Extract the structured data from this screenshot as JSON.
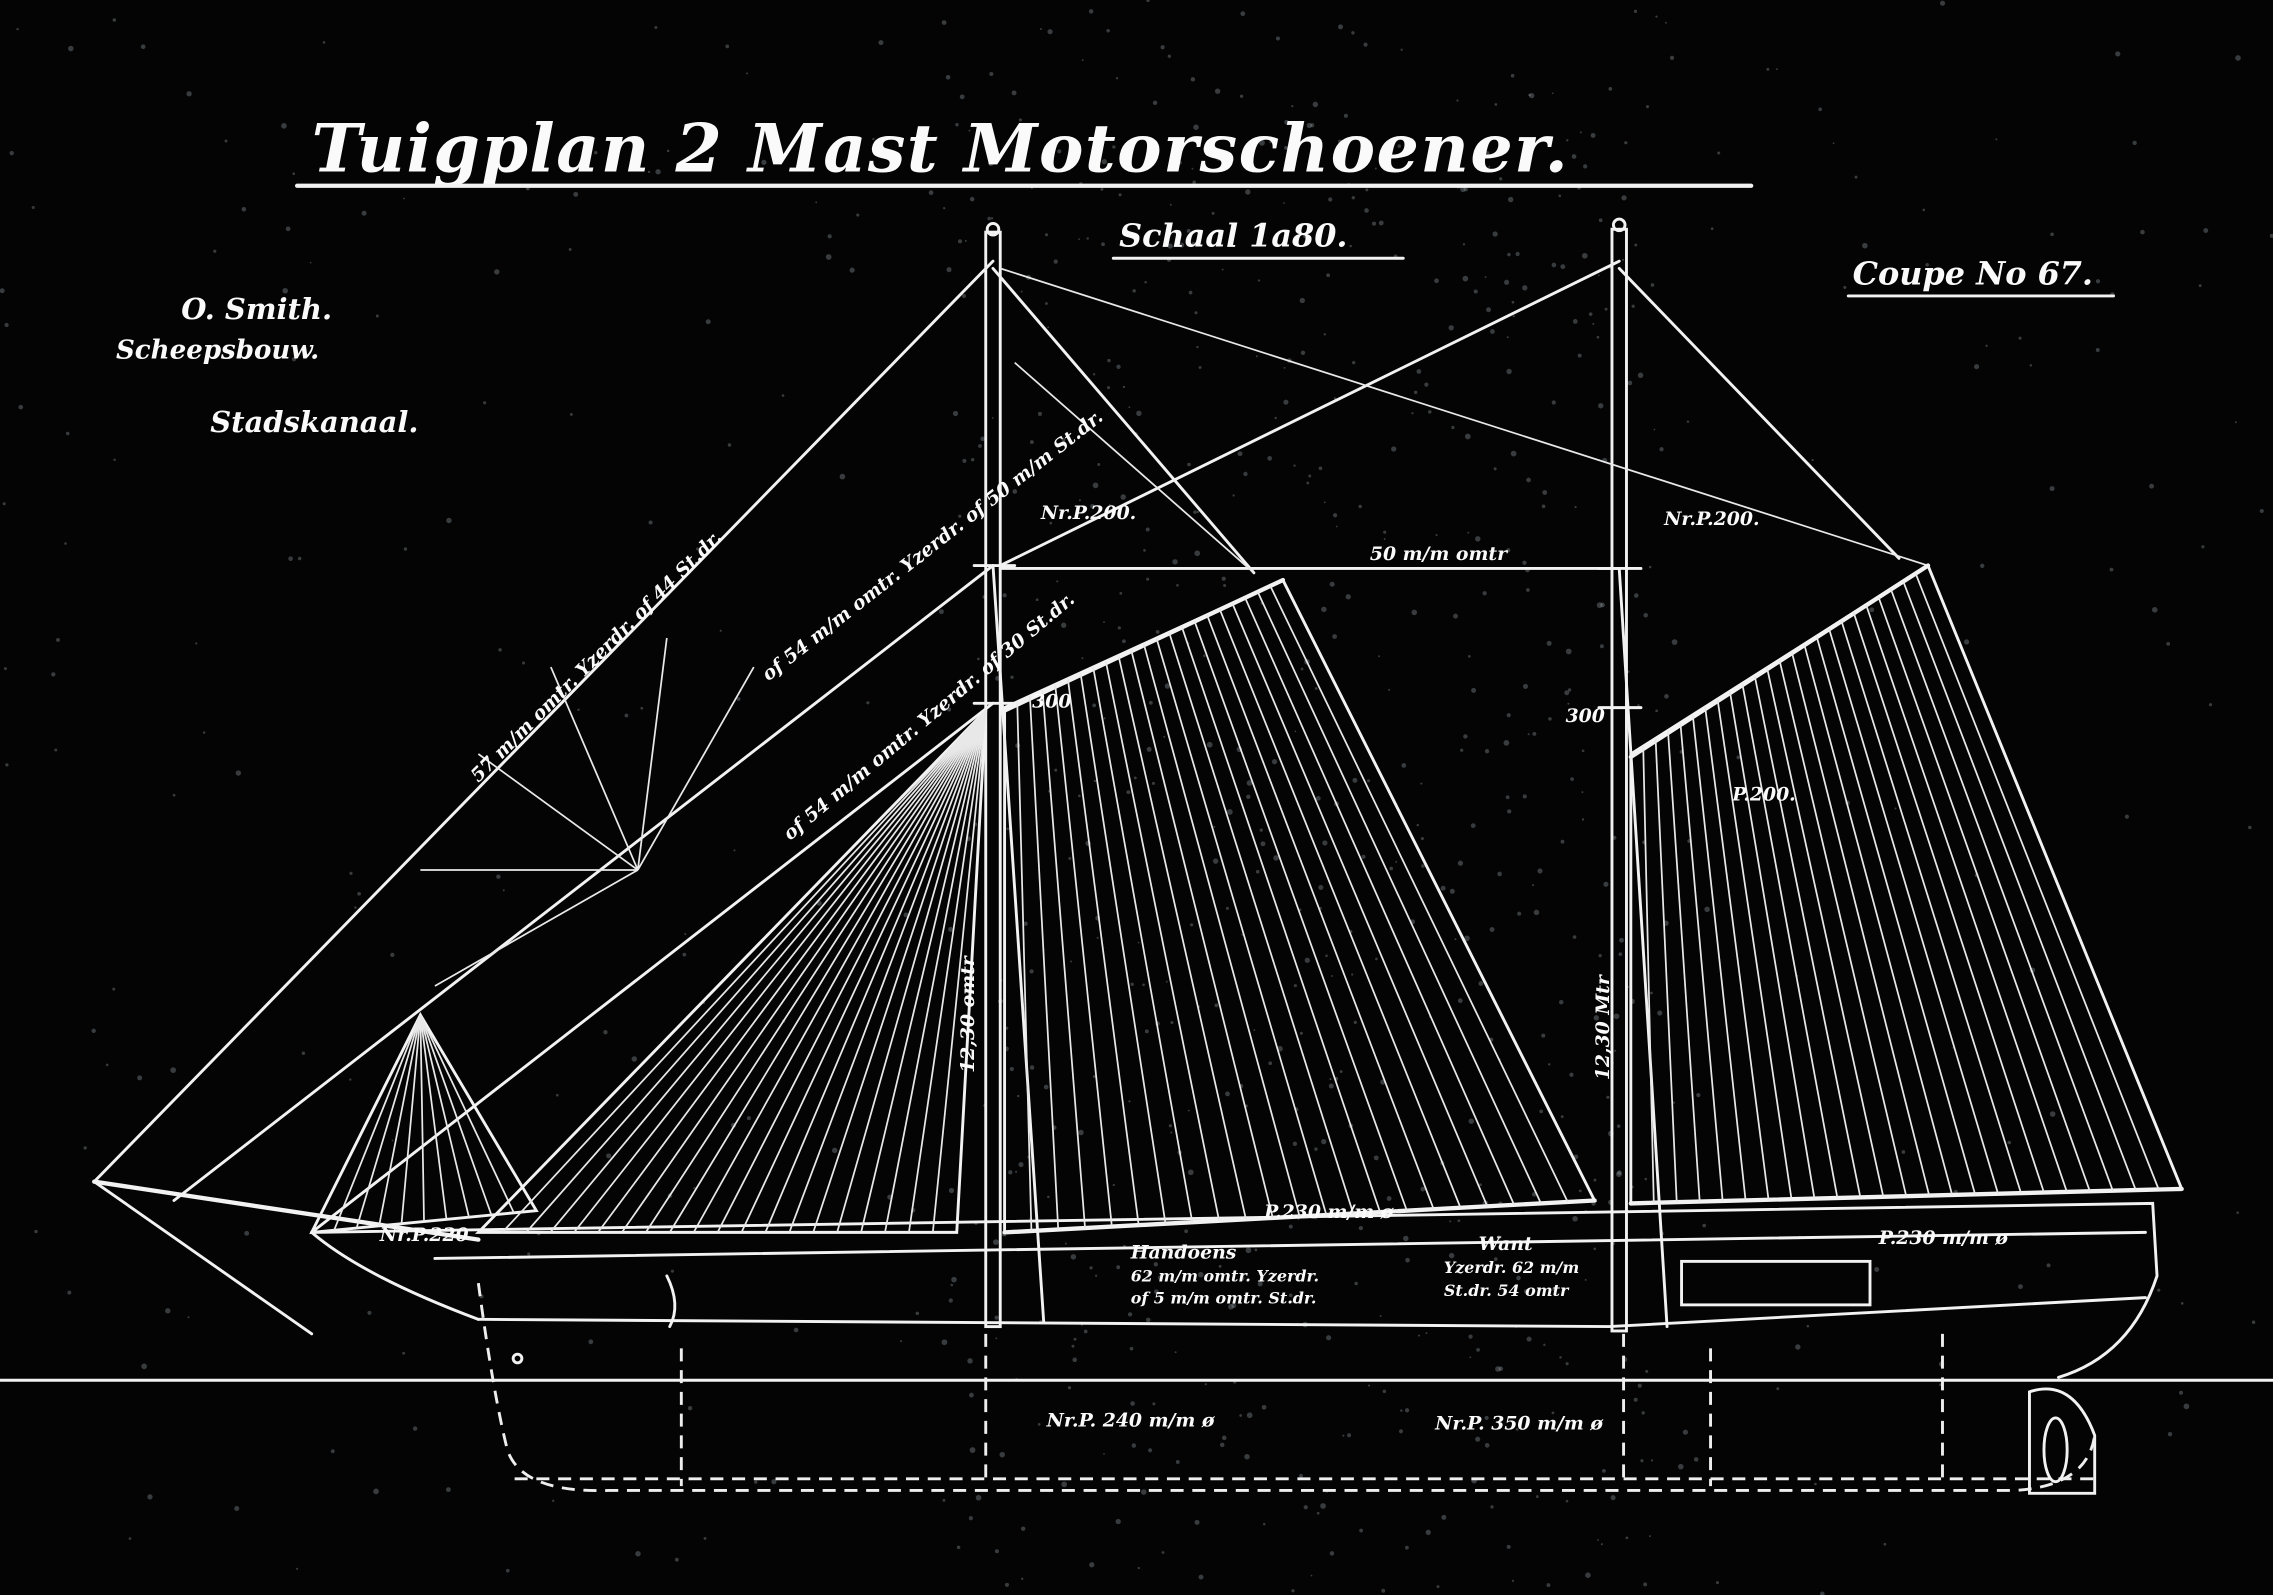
{
  "drawing": {
    "title": "Tuigplan 2 Mast Motorschoener.",
    "scale": "Schaal 1a80.",
    "coupe": "Coupe No 67.",
    "maker": {
      "name": "O. Smith.",
      "trade": "Scheepsbouw.",
      "place": "Stadskanaal."
    },
    "labels": {
      "forestay": "57 m/m omtr. Yzerdr. of 44 St.dr.",
      "inner_stay": "of 54 m/m omtr. Yzerdr. of 50 m/m St.dr.",
      "inner_stay2": "of 54 m/m omtr. Yzerdr. of 30 St.dr.",
      "fore_top_nr": "Nr.P.200.",
      "main_top_nr": "Nr.P.200.",
      "triatic": "50 m/m omtr",
      "fore_300": "300",
      "main_300": "300",
      "main_p200": "P.200.",
      "foremast_len": "12,30 omtr",
      "mainmast_len": "12,30 Mtr",
      "fore_boom": "P.230 m/m ø",
      "main_boom": "P.230 m/m ø",
      "bowsprit": "Nr.P.220",
      "handoens_1": "Handoens",
      "handoens_2": "62 m/m omtr. Yzerdr.",
      "handoens_3": "of 5 m/m omtr. St.dr.",
      "want_1": "Want",
      "want_2": "Yzerdr. 62 m/m",
      "want_3": "St.dr. 54 omtr",
      "foremast_foot": "Nr.P. 240 m/m ø",
      "mainmast_foot": "Nr.P. 350 m/m ø"
    }
  },
  "colors": {
    "background": "#040404",
    "ink": "#f2f2f2"
  }
}
